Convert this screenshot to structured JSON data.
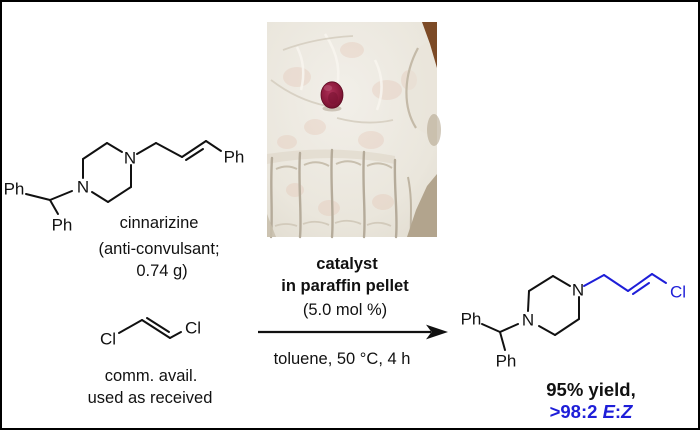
{
  "scheme": {
    "reactant": {
      "name": "cinnarizine",
      "description_line1": "(anti-convulsant;",
      "description_line2": "0.74 g)"
    },
    "reagent": {
      "note_line1": "comm. avail.",
      "note_line2": "used as received"
    },
    "conditions": {
      "catalyst_line1": "catalyst",
      "catalyst_line2": "in paraffin pellet",
      "loading": "(5.0 mol %)",
      "solvent_temp_time": "toluene, 50 °C, 4 h"
    },
    "product": {
      "yield": "95% yield,",
      "selectivity_prefix": ">98:2 ",
      "selectivity_e": "E",
      "selectivity_colon": ":",
      "selectivity_z": "Z"
    },
    "atom_labels": {
      "ph": "Ph",
      "n": "N",
      "cl": "Cl"
    }
  },
  "colors": {
    "bond_black": "#111111",
    "accent_blue": "#1e1ed8",
    "pellet_red": "#8c1a3d",
    "glove_offwhite": "#ece8e0",
    "bench_tan": "#b2a48d",
    "wood_brown": "#7c4a26"
  }
}
